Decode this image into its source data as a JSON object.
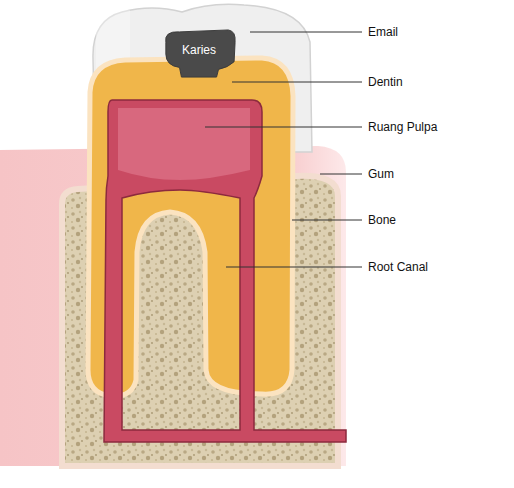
{
  "diagram": {
    "nodes": [
      {
        "text": [
          "Karies"
        ]
      }
    ],
    "labels": [
      "Email",
      "Dentin",
      "Ruang Pulpa",
      "Gum",
      "Bone",
      "Root Canal"
    ]
  }
}
